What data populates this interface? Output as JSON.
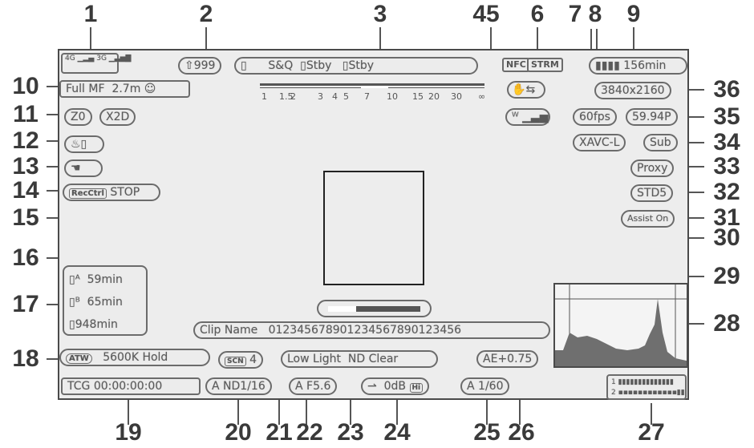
{
  "callouts": {
    "n1": "1",
    "n2": "2",
    "n3": "3",
    "n45": "45",
    "n6": "6",
    "n7": "7",
    "n8": "8",
    "n9": "9",
    "n10": "10",
    "n11": "11",
    "n12": "12",
    "n13": "13",
    "n14": "14",
    "n15": "15",
    "n16": "16",
    "n17": "17",
    "n18": "18",
    "n19": "19",
    "n20": "20",
    "n21": "21",
    "n22": "22",
    "n23": "23",
    "n24": "24",
    "n25": "25",
    "n26": "26",
    "n27": "27",
    "n28": "28",
    "n29": "29",
    "n30": "30",
    "n31": "31",
    "n32": "32",
    "n33": "33",
    "n34": "34",
    "n35": "35",
    "n36": "36"
  },
  "screen": {
    "network_4g": "4G",
    "network_3g": "3G",
    "clip_count": "999",
    "media_status": "S&Q",
    "slot_a_status": "Stby",
    "slot_b_status": "Stby",
    "nfc_label": "NFC",
    "streaming_label": "STRM",
    "battery_time": "156min",
    "resolution": "3840x2160",
    "frame_rate": "60fps",
    "format_rate": "59.94P",
    "codec": "XAVC-L",
    "sub_label": "Sub",
    "proxy_label": "Proxy",
    "std_label": "STD5",
    "assist_label": "Assist On",
    "focus_mode": "Full MF",
    "focus_distance": "2.7m",
    "zoom_pos": "Z0",
    "clear_zoom": "X2D",
    "rec_ctrl_label": "RecCtrl",
    "rec_ctrl_status": "STOP",
    "slot_a_remaining": "59min",
    "slot_b_remaining": "65min",
    "internal_remaining": "948min",
    "wb_mode": "ATW",
    "wb_value": "5600K",
    "wb_hold": "Hold",
    "scene_label": "SCN",
    "scene_value": "4",
    "low_light_label": "Low Light",
    "nd_clear_label": "ND Clear",
    "clip_name_label": "Clip Name",
    "clip_name_value": "012345678901234567890123456",
    "timecode_label": "TCG",
    "timecode_value": "00:00:00:00",
    "nd_auto": "A",
    "nd_label": "ND",
    "nd_value": "1/16",
    "iris_auto": "A",
    "iris_value": "F5.6",
    "gain_value": "0dB",
    "gain_hi": "Hi",
    "shutter_auto": "A",
    "shutter_value": "1/60",
    "ae_label": "AE",
    "ae_value": "+0.75",
    "meter_ch1": "1",
    "meter_ch2": "2",
    "focus_indicator_level": 0.3
  },
  "scale_ticks": [
    "1",
    "1.5",
    "2",
    "3",
    "4",
    "5",
    "7",
    "10",
    "15",
    "20",
    "30",
    "∞"
  ]
}
